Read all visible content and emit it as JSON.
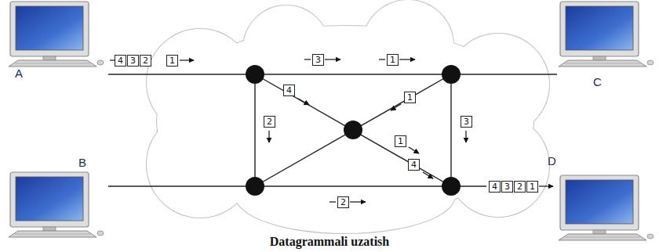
{
  "diagram": {
    "caption": "Datagrammali uzatish",
    "nodes": [
      {
        "text": [
          "A"
        ]
      },
      {
        "text": [
          "4"
        ]
      },
      {
        "text": [
          "3"
        ]
      },
      {
        "text": [
          "2"
        ]
      },
      {
        "text": [
          "1"
        ]
      },
      {
        "text": [
          "3"
        ]
      },
      {
        "text": [
          "1"
        ]
      },
      {
        "text": [
          "C"
        ]
      },
      {
        "text": [
          "4"
        ]
      },
      {
        "text": [
          "1"
        ]
      },
      {
        "text": [
          "2"
        ]
      },
      {
        "text": [
          "3"
        ]
      },
      {
        "text": [
          "B"
        ]
      },
      {
        "text": [
          "1"
        ]
      },
      {
        "text": [
          "4"
        ]
      },
      {
        "text": [
          "2"
        ]
      },
      {
        "text": [
          "D"
        ]
      },
      {
        "text": [
          "4"
        ]
      },
      {
        "text": [
          "3"
        ]
      },
      {
        "text": [
          "2"
        ]
      },
      {
        "text": [
          "1"
        ]
      }
    ]
  }
}
